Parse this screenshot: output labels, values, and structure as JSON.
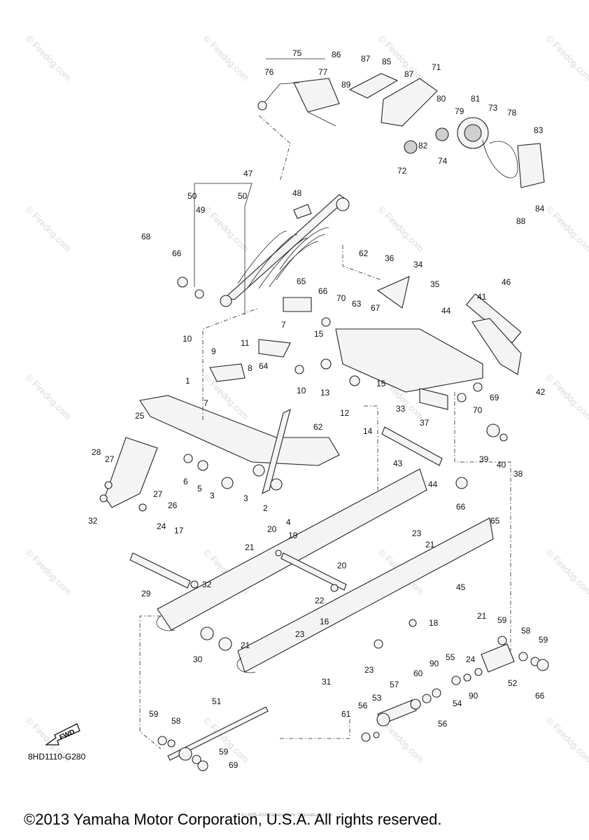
{
  "diagram": {
    "reference_code": "8HD1110-G280",
    "copyright": "©2013 Yamaha Motor Corporation, U.S.A. All rights reserved.",
    "small_print": "(c) 2005-2015 Yamaha Motor Corporation, U.S.A.",
    "fwd_label": "FWD",
    "watermark": "Firedog.com",
    "center_watermark": "Yamaha Motor Corp U.S.A",
    "callouts": [
      "75",
      "76",
      "77",
      "86",
      "87",
      "85",
      "87",
      "89",
      "71",
      "80",
      "79",
      "81",
      "73",
      "78",
      "82",
      "83",
      "72",
      "74",
      "84",
      "88",
      "47",
      "50",
      "50",
      "49",
      "48",
      "68",
      "66",
      "62",
      "36",
      "34",
      "35",
      "65",
      "66",
      "70",
      "63",
      "67",
      "41",
      "46",
      "44",
      "10",
      "9",
      "11",
      "7",
      "8",
      "64",
      "10",
      "15",
      "13",
      "15",
      "1",
      "7",
      "12",
      "33",
      "69",
      "37",
      "70",
      "42",
      "62",
      "14",
      "25",
      "28",
      "27",
      "6",
      "5",
      "3",
      "3",
      "2",
      "43",
      "44",
      "39",
      "40",
      "38",
      "27",
      "26",
      "32",
      "4",
      "66",
      "24",
      "17",
      "20",
      "19",
      "23",
      "21",
      "65",
      "21",
      "29",
      "32",
      "20",
      "22",
      "16",
      "18",
      "45",
      "21",
      "59",
      "58",
      "59",
      "30",
      "21",
      "23",
      "23",
      "31",
      "24",
      "90",
      "55",
      "52",
      "66",
      "60",
      "90",
      "54",
      "51",
      "57",
      "53",
      "56",
      "56",
      "61",
      "59",
      "58",
      "59",
      "69"
    ]
  }
}
